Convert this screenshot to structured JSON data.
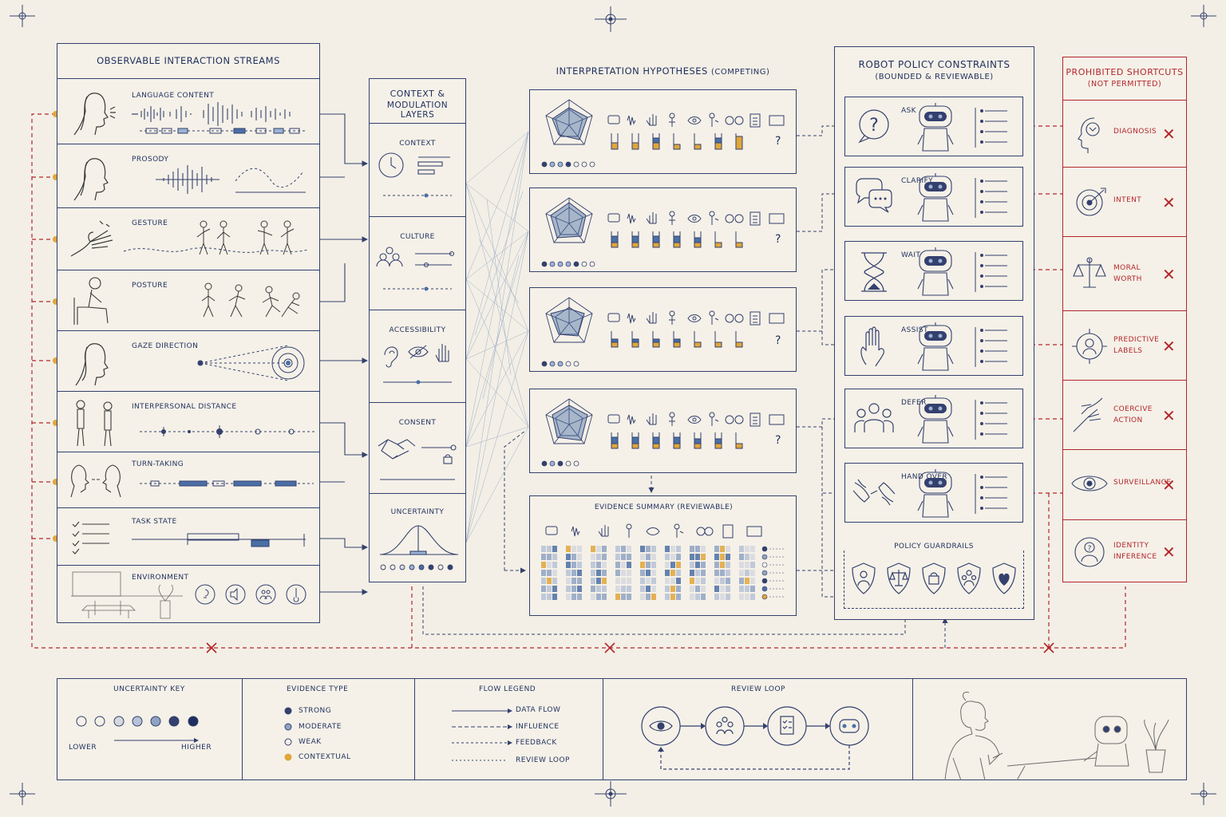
{
  "streams": {
    "title": "OBSERVABLE INTERACTION STREAMS",
    "items": [
      "LANGUAGE CONTENT",
      "PROSODY",
      "GESTURE",
      "POSTURE",
      "GAZE DIRECTION",
      "INTERPERSONAL DISTANCE",
      "TURN-TAKING",
      "TASK STATE",
      "ENVIRONMENT"
    ]
  },
  "context": {
    "title_line1": "CONTEXT &",
    "title_line2": "MODULATION LAYERS",
    "sections": [
      "CONTEXT",
      "CULTURE",
      "ACCESSIBILITY",
      "CONSENT",
      "UNCERTAINTY"
    ]
  },
  "hypotheses": {
    "title": "INTERPRETATION HYPOTHESES",
    "title_note": "(COMPETING)",
    "question_mark": "?"
  },
  "evidence_summary": {
    "title": "EVIDENCE SUMMARY (REVIEWABLE)"
  },
  "policy": {
    "title_line1": "ROBOT POLICY CONSTRAINTS",
    "title_line2": "(BOUNDED & REVIEWABLE)",
    "items": [
      "ASK",
      "CLARIFY",
      "WAIT",
      "ASSIST",
      "DEFER",
      "HAND OVER"
    ],
    "guardrails_title": "POLICY GUARDRAILS"
  },
  "prohibited": {
    "title_line1": "PROHIBITED SHORTCUTS",
    "title_line2": "(NOT PERMITTED)",
    "items": [
      {
        "line1": "DIAGNOSIS",
        "line2": ""
      },
      {
        "line1": "INTENT",
        "line2": ""
      },
      {
        "line1": "MORAL",
        "line2": "WORTH"
      },
      {
        "line1": "PREDICTIVE",
        "line2": "LABELS"
      },
      {
        "line1": "COERCIVE",
        "line2": "ACTION"
      },
      {
        "line1": "SURVEILLANCE",
        "line2": ""
      },
      {
        "line1": "IDENTITY",
        "line2": "INFERENCE"
      }
    ],
    "x_mark": "✕"
  },
  "legend": {
    "uncertainty": {
      "title": "UNCERTAINTY KEY",
      "low": "LOWER",
      "high": "HIGHER"
    },
    "evidence": {
      "title": "EVIDENCE TYPE",
      "items": [
        "STRONG",
        "MODERATE",
        "WEAK",
        "CONTEXTUAL"
      ]
    },
    "flow": {
      "title": "FLOW LEGEND",
      "items": [
        "DATA FLOW",
        "INFLUENCE",
        "FEEDBACK",
        "REVIEW LOOP"
      ]
    },
    "review": {
      "title": "REVIEW LOOP"
    }
  },
  "colors": {
    "ink": "#1f2f5e",
    "blue": "#4a6fa5",
    "light_blue": "#9db3d3",
    "amber": "#e0a63a",
    "red": "#b3262b",
    "paper": "#f3efe6"
  }
}
